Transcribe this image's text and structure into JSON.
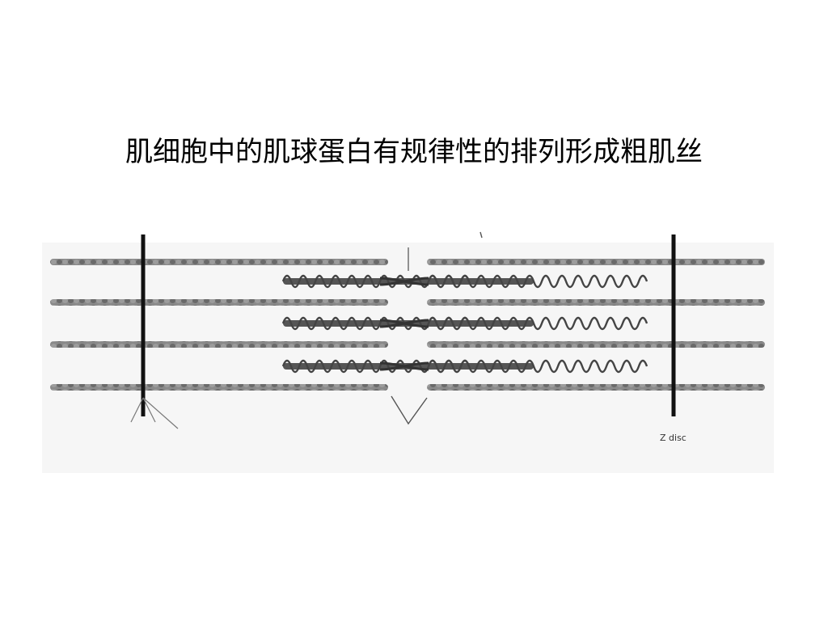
{
  "slide": {
    "title": "肌细胞中的肌球蛋白有规律性的排列形成粗肌丝"
  },
  "diagram": {
    "z_disc_label": "Z disc",
    "thin_filament_count": 8,
    "thick_filament_count": 3
  }
}
